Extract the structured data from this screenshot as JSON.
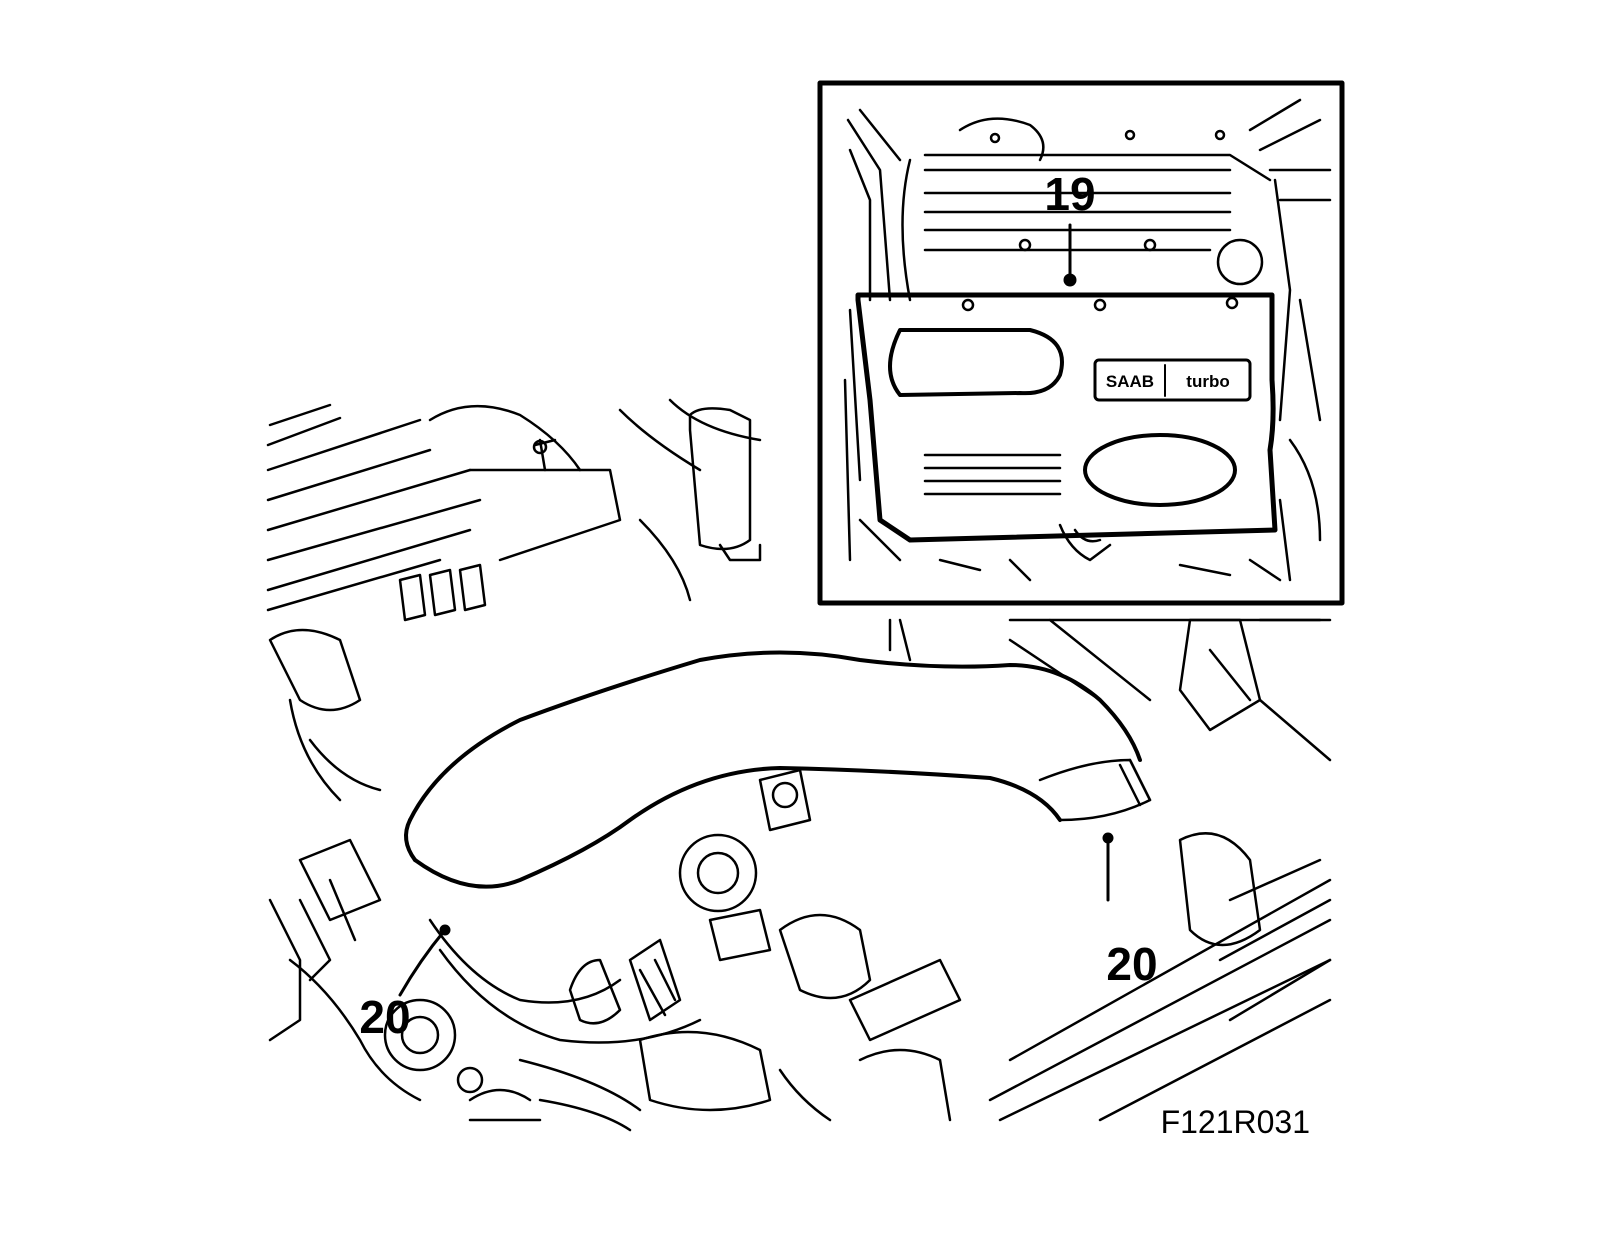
{
  "inset": {
    "callout": "19",
    "logo_brand": "SAAB",
    "logo_model": "turbo"
  },
  "main": {
    "callout_left": "20",
    "callout_right": "20"
  },
  "figure_id": "F121R031",
  "colors": {
    "line": "#000000",
    "background": "#ffffff"
  }
}
